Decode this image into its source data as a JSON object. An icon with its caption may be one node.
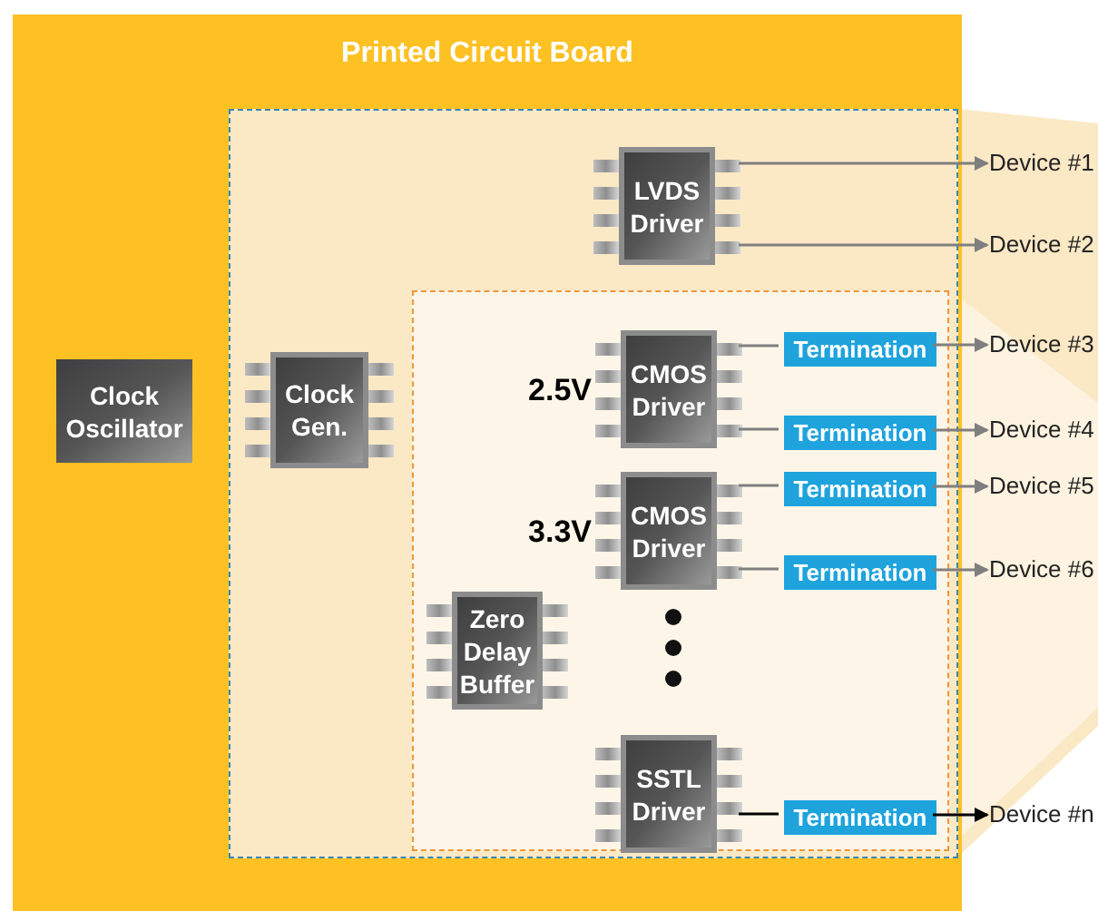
{
  "diagram": {
    "nodes": [
      {
        "text": [
          "Printed Circuit Board"
        ]
      },
      {
        "text": [],
        "shape": "box",
        "in": 0
      },
      {
        "text": [],
        "shape": "box",
        "in": 1
      },
      {
        "text": [
          "Clock Oscillator"
        ],
        "in": 0
      },
      {
        "text": [
          "Clock Gen."
        ],
        "in": 1
      },
      {
        "text": [
          "LVDS Driver"
        ],
        "in": 1
      },
      {
        "text": [
          "CMOS Driver"
        ],
        "in": 2,
        "beside": [
          "2.5V"
        ]
      },
      {
        "text": [
          "CMOS Driver"
        ],
        "in": 2,
        "beside": [
          "3.3V"
        ]
      },
      {
        "text": [
          "Zero Delay Buffer"
        ],
        "in": 2
      },
      {
        "text": [
          "SSTL Driver"
        ],
        "in": 2
      },
      {
        "text": [
          "Termination"
        ],
        "in": 2
      },
      {
        "text": [
          "Termination"
        ],
        "in": 2
      },
      {
        "text": [
          "Termination"
        ],
        "in": 2
      },
      {
        "text": [
          "Termination"
        ],
        "in": 2
      },
      {
        "text": [
          "Termination"
        ],
        "in": 2
      },
      {
        "text": [
          "Device #1"
        ]
      },
      {
        "text": [
          "Device #2"
        ]
      },
      {
        "text": [
          "Device #3"
        ]
      },
      {
        "text": [
          "Device #4"
        ]
      },
      {
        "text": [
          "Device #5"
        ]
      },
      {
        "text": [
          "Device #6"
        ]
      },
      {
        "text": [
          "Device #n"
        ]
      }
    ],
    "edges": [
      {
        "from": 5,
        "to": 15,
        "arrow": "to"
      },
      {
        "from": 5,
        "to": 16,
        "arrow": "to"
      },
      {
        "from": 6,
        "to": 10,
        "arrow": "none"
      },
      {
        "from": 10,
        "to": 17,
        "arrow": "to"
      },
      {
        "from": 6,
        "to": 11,
        "arrow": "none"
      },
      {
        "from": 11,
        "to": 18,
        "arrow": "to"
      },
      {
        "from": 7,
        "to": 12,
        "arrow": "none"
      },
      {
        "from": 12,
        "to": 19,
        "arrow": "to"
      },
      {
        "from": 7,
        "to": 13,
        "arrow": "none"
      },
      {
        "from": 13,
        "to": 20,
        "arrow": "to"
      },
      {
        "from": 9,
        "to": 14,
        "arrow": "none",
        "color": "#000000"
      },
      {
        "from": 14,
        "to": 21,
        "arrow": "to",
        "color": "#000000"
      }
    ]
  }
}
